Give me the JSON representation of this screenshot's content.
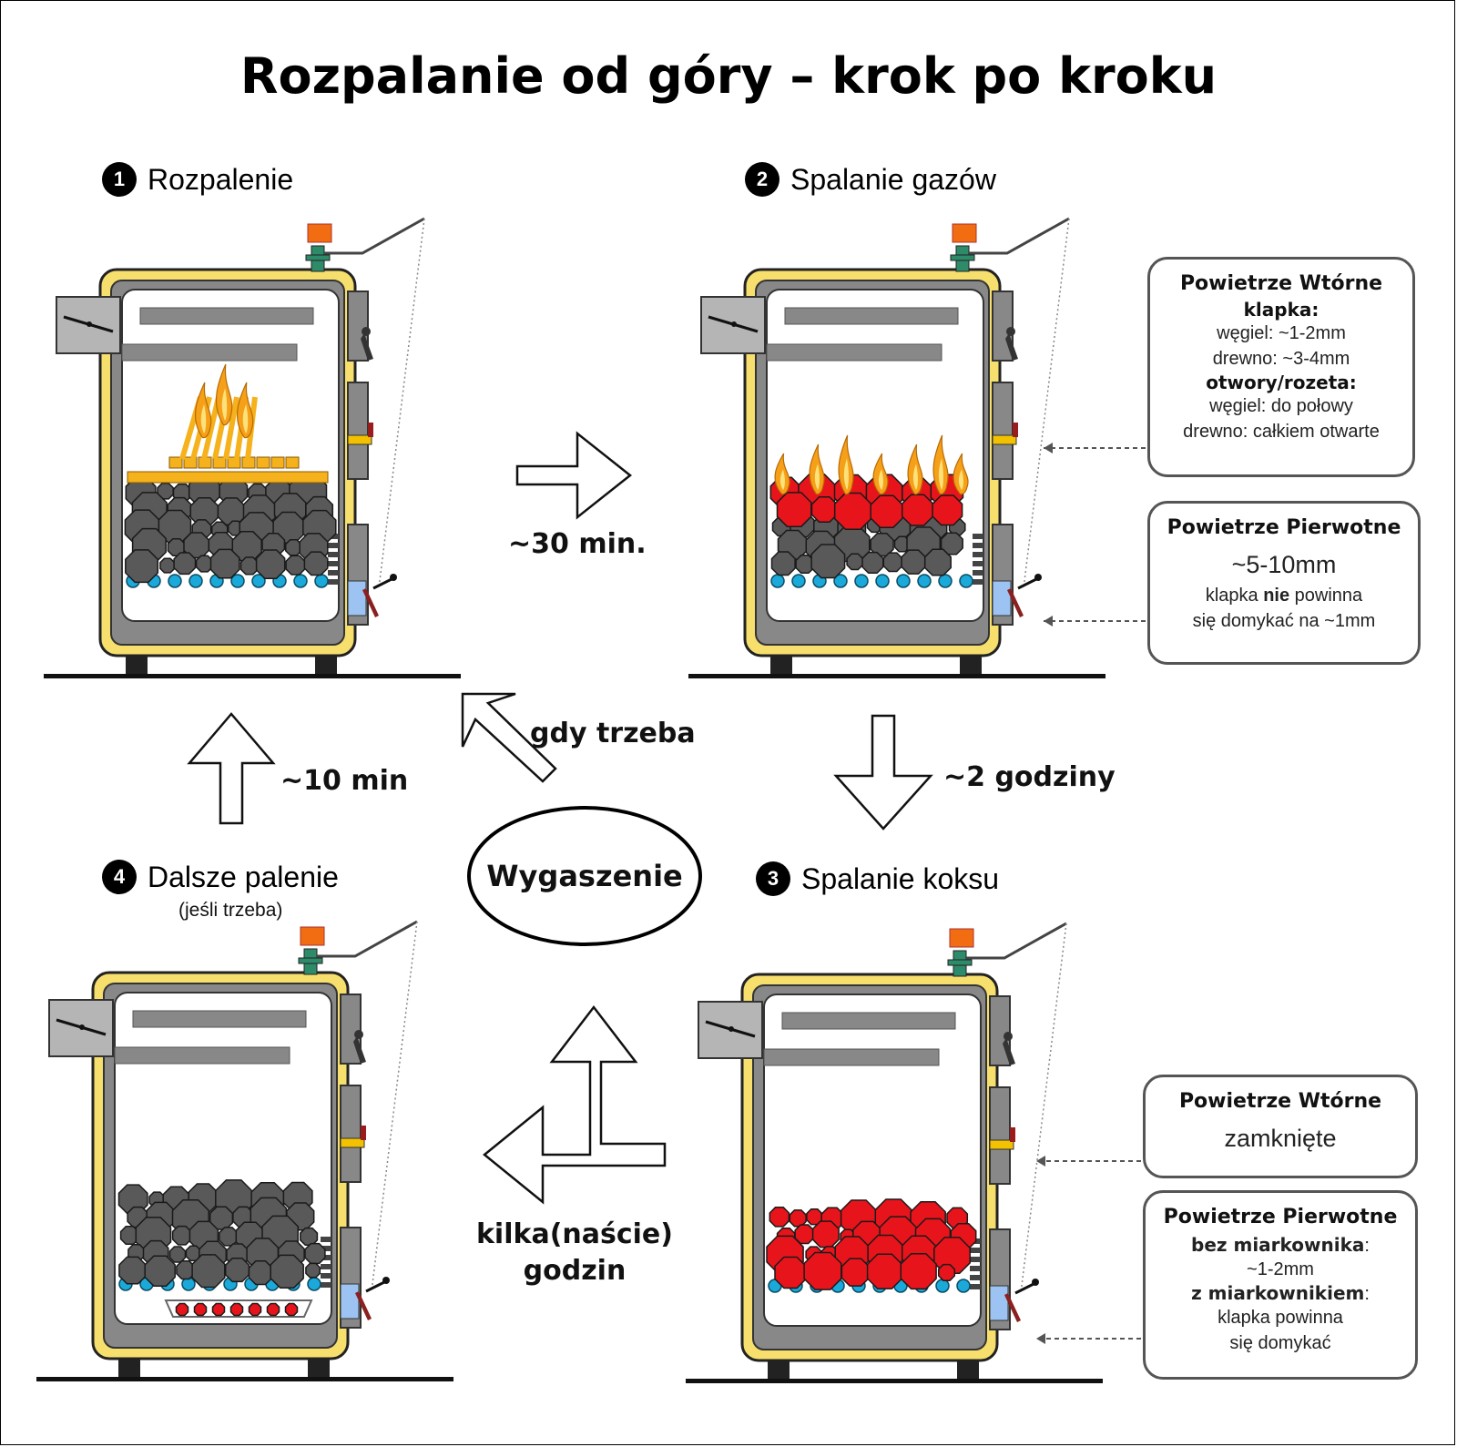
{
  "title": "Rozpalanie od góry – krok po kroku",
  "steps": [
    {
      "num": "1",
      "label": "Rozpalenie"
    },
    {
      "num": "2",
      "label": "Spalanie gazów"
    },
    {
      "num": "3",
      "label": "Spalanie koksu"
    },
    {
      "num": "4",
      "label": "Dalsze palenie",
      "sub": "(jeśli trzeba)"
    }
  ],
  "transitions": {
    "t1": "~30 min.",
    "t2": "~2 godziny",
    "t3_line1": "kilka(naście)",
    "t3_line2": "godzin",
    "t4": "~10 min",
    "t5": "gdy trzeba"
  },
  "center": "Wygaszenie",
  "boxes": {
    "b1": {
      "title": "Powietrze Wtórne",
      "h1": "klapka:",
      "l1": "węgiel: ~1-2mm",
      "l2": "drewno: ~3-4mm",
      "h2": "otwory/rozeta:",
      "l3": "węgiel: do połowy",
      "l4": "drewno: całkiem otwarte"
    },
    "b2": {
      "title": "Powietrze Pierwotne",
      "big": "~5-10mm",
      "l1a": "klapka ",
      "l1b": "nie",
      "l1c": " powinna",
      "l2": "się domykać na ~1mm"
    },
    "b3": {
      "title": "Powietrze Wtórne",
      "big": "zamknięte"
    },
    "b4": {
      "title": "Powietrze Pierwotne",
      "h1": "bez miarkownika",
      "h1s": ":",
      "l1": "~1-2mm",
      "h2": "z miarkownikiem",
      "h2s": ":",
      "l2": "klapka powinna",
      "l3": "się domykać"
    }
  },
  "colors": {
    "casing": "#f7df6e",
    "wall": "#888888",
    "coal": "#595959",
    "ember": "#e8141b",
    "flame": "#f6a01a",
    "nozzle": "#1ba9d9",
    "thermostat": "#f26d12",
    "primary_flap": "#9cc3f2"
  }
}
